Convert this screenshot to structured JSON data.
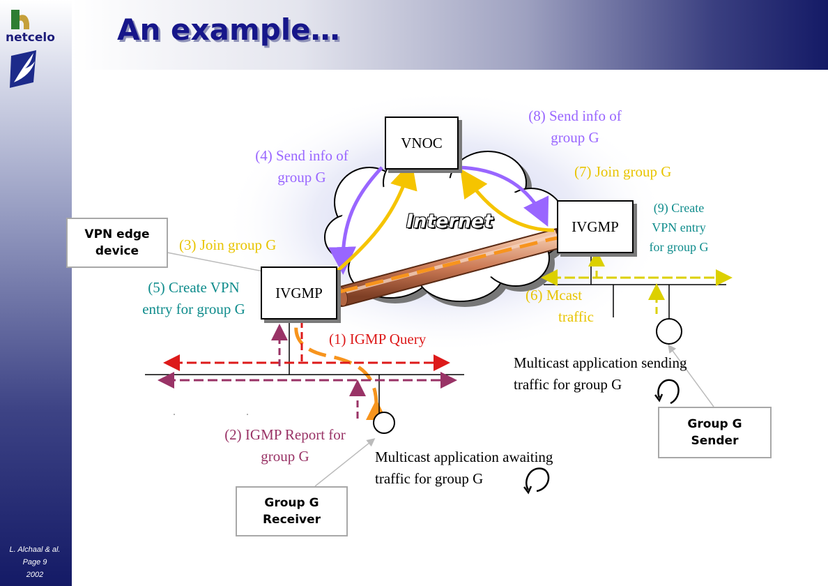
{
  "slide": {
    "title": "An example…",
    "logo_text": "netcelo",
    "footer_author": "L. Alchaal & al.",
    "footer_page": "Page 9",
    "footer_year": "2002"
  },
  "nodes": {
    "vnoc": "VNOC",
    "ivgmp_left": "IVGMP",
    "ivgmp_right": "IVGMP",
    "internet": "Internet"
  },
  "callouts": {
    "vpn_edge": [
      "VPN edge",
      "device"
    ],
    "receiver": [
      "Group G",
      "Receiver"
    ],
    "sender": [
      "Group G",
      "Sender"
    ]
  },
  "steps": {
    "s1": "(1) IGMP Query",
    "s2": [
      "(2) IGMP Report for",
      "group G"
    ],
    "s3": "(3) Join group G",
    "s4": [
      "(4) Send info of",
      "group G"
    ],
    "s5": [
      "(5) Create VPN",
      "entry for group G"
    ],
    "s6": [
      "(6) Mcast",
      "traffic"
    ],
    "s7": "(7) Join group G",
    "s8": [
      "(8) Send info of",
      "group G"
    ],
    "s9": [
      "(9) Create",
      "VPN entry",
      "for group G"
    ]
  },
  "apps": {
    "receiver_app": [
      "Multicast application awaiting",
      "traffic for group G"
    ],
    "sender_app": [
      "Multicast application sending",
      "traffic for group G"
    ]
  },
  "colors": {
    "title": "#16168a",
    "purple": "#9966ff",
    "gold": "#f5c400",
    "teal": "#0f8c8c",
    "red": "#dd1a1a",
    "plum": "#993366",
    "orange": "#f7941d",
    "tube": "#cc7a55"
  }
}
